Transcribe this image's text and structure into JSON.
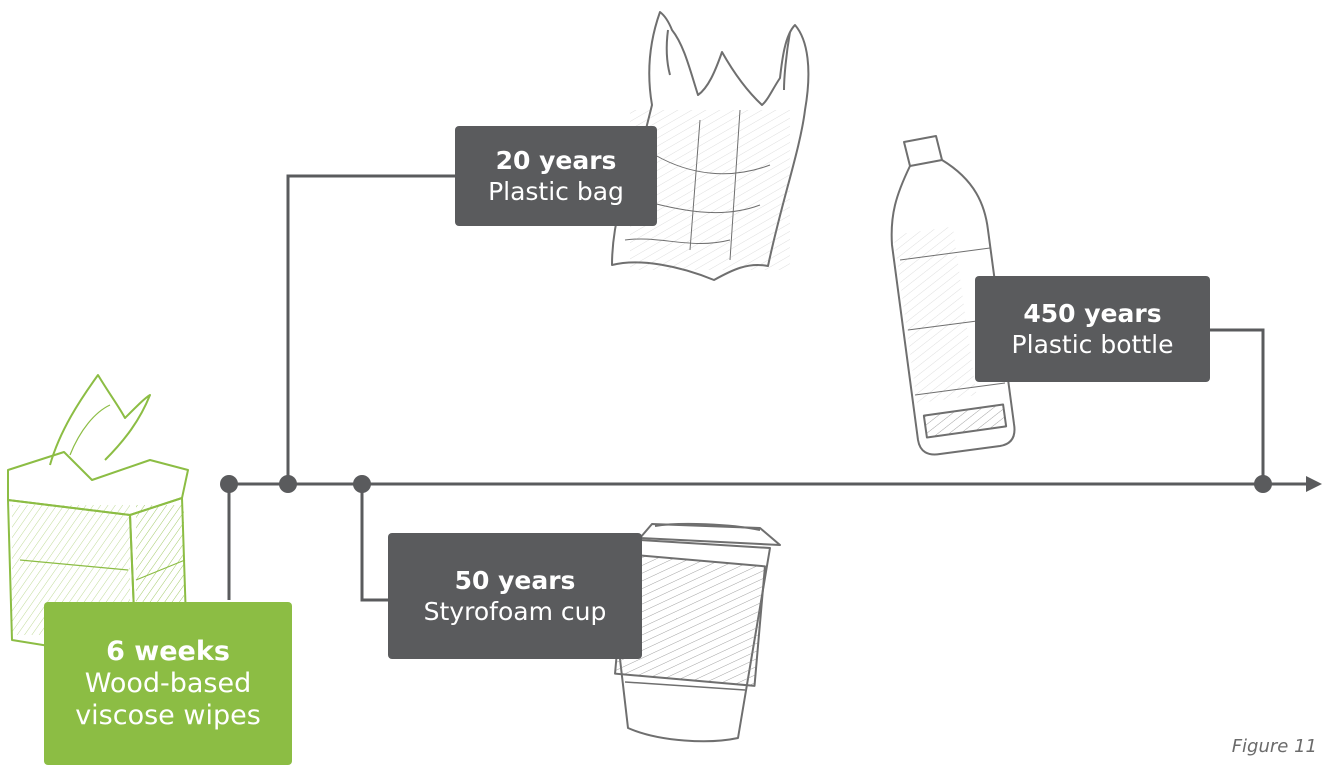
{
  "colors": {
    "line": "#5a5b5d",
    "label_dark": "#5a5b5d",
    "label_green": "#8cbd44",
    "sketch_green": "#8cbd44",
    "sketch_gray": "#6f6f6f",
    "caption": "#6b6b6b"
  },
  "header": {
    "title": ""
  },
  "milestones": {
    "wipes": {
      "value": "6 weeks",
      "name_line1": "Wood-based",
      "name_line2": "viscose wipes",
      "icon": "tissue-box-icon"
    },
    "bag": {
      "value": "20 years",
      "name": "Plastic bag",
      "icon": "plastic-bag-icon"
    },
    "cup": {
      "value": "50 years",
      "name": "Styrofoam cup",
      "icon": "coffee-cup-icon"
    },
    "bottle": {
      "value": "450 years",
      "name": "Plastic bottle",
      "icon": "plastic-bottle-icon"
    }
  },
  "caption": "Figure 11"
}
